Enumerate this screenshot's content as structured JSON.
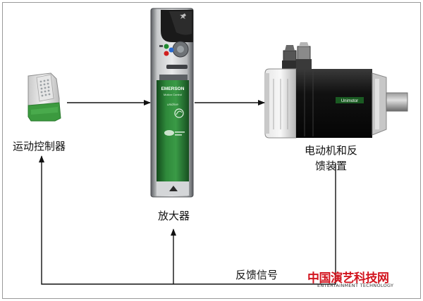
{
  "labels": {
    "controller": "运动控制器",
    "amplifier": "放大器",
    "motor_line1": "电动机和反",
    "motor_line2": "馈装置",
    "feedback": "反馈信号"
  },
  "device_text": {
    "brand": "EMERSON",
    "brand_sub": "Motion Control",
    "model": "unidrive",
    "motor_brand": "Unimotor"
  },
  "watermark": {
    "main": "中国演艺科技网",
    "sub": "ENTERTAINMENT TECHNOLOGY"
  },
  "colors": {
    "green": "#2e8b3a",
    "dark_green": "#1f6e2c",
    "watermark_red": "#d2141e"
  }
}
